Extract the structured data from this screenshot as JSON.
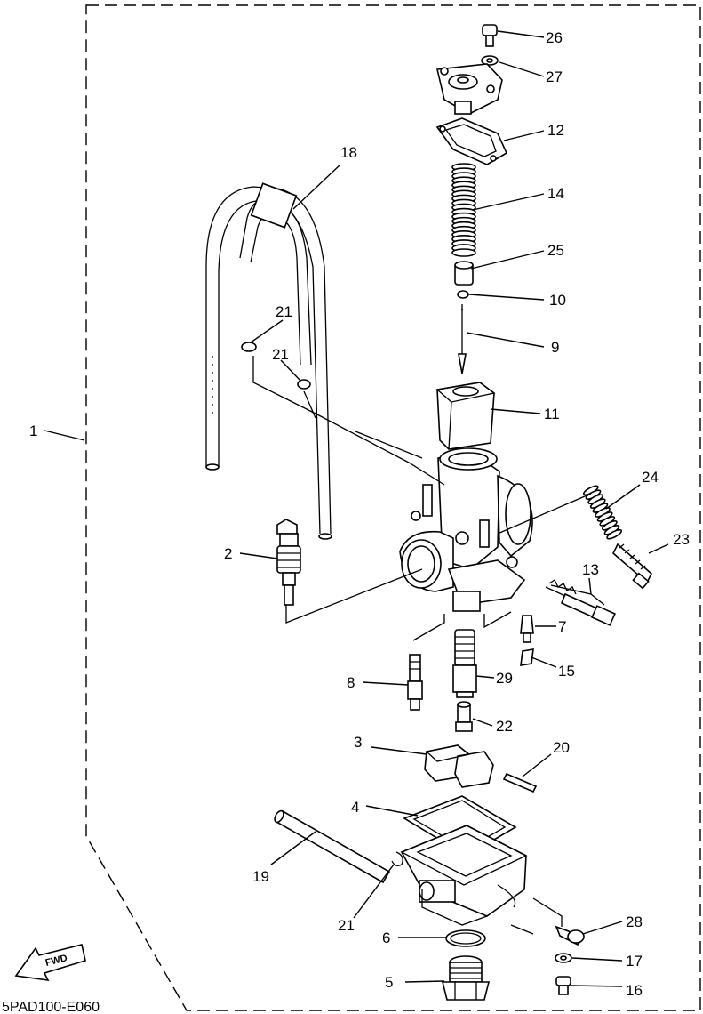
{
  "diagram": {
    "drawing_code": "5PAD100-E060",
    "fwd_label": "FWD",
    "callouts": [
      {
        "id": "c1",
        "label": "1"
      },
      {
        "id": "c2",
        "label": "2"
      },
      {
        "id": "c3",
        "label": "3"
      },
      {
        "id": "c4",
        "label": "4"
      },
      {
        "id": "c5",
        "label": "5"
      },
      {
        "id": "c6",
        "label": "6"
      },
      {
        "id": "c7",
        "label": "7"
      },
      {
        "id": "c8",
        "label": "8"
      },
      {
        "id": "c9",
        "label": "9"
      },
      {
        "id": "c10",
        "label": "10"
      },
      {
        "id": "c11",
        "label": "11"
      },
      {
        "id": "c12",
        "label": "12"
      },
      {
        "id": "c13",
        "label": "13"
      },
      {
        "id": "c14",
        "label": "14"
      },
      {
        "id": "c15",
        "label": "15"
      },
      {
        "id": "c16",
        "label": "16"
      },
      {
        "id": "c17",
        "label": "17"
      },
      {
        "id": "c18",
        "label": "18"
      },
      {
        "id": "c19",
        "label": "19"
      },
      {
        "id": "c20",
        "label": "20"
      },
      {
        "id": "c21a",
        "label": "21"
      },
      {
        "id": "c21b",
        "label": "21"
      },
      {
        "id": "c21c",
        "label": "21"
      },
      {
        "id": "c22",
        "label": "22"
      },
      {
        "id": "c23",
        "label": "23"
      },
      {
        "id": "c24",
        "label": "24"
      },
      {
        "id": "c25",
        "label": "25"
      },
      {
        "id": "c26",
        "label": "26"
      },
      {
        "id": "c27",
        "label": "27"
      },
      {
        "id": "c28",
        "label": "28"
      },
      {
        "id": "c29",
        "label": "29"
      }
    ]
  }
}
